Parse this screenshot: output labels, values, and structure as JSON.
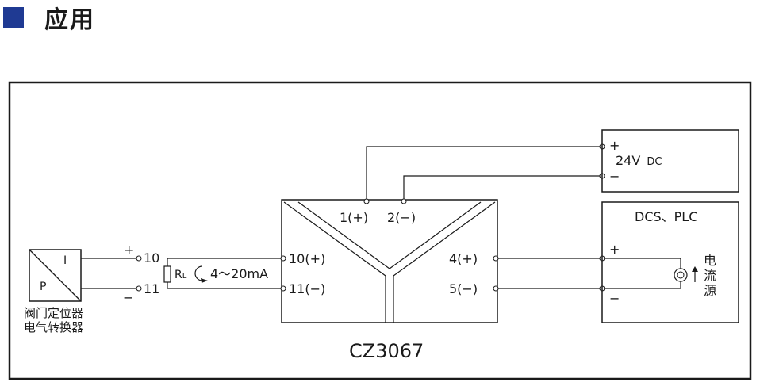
{
  "section": {
    "title": "应用",
    "accent_color": "#1f3a93"
  },
  "device": {
    "model": "CZ3067",
    "terminals": {
      "t1": "1(+)",
      "t2": "2(−)",
      "t10": "10(+)",
      "t11": "11(−)",
      "t4": "4(+)",
      "t5": "5(−)"
    }
  },
  "power_supply": {
    "plus": "+",
    "minus": "−",
    "label_main": "24V",
    "label_sub": "DC"
  },
  "system": {
    "title": "DCS、PLC",
    "plus": "+",
    "minus": "−",
    "current_source_chars": [
      "电",
      "流",
      "源"
    ]
  },
  "converter": {
    "letter_i": "I",
    "letter_p": "P",
    "name_line1": "阀门定位器",
    "name_line2": "电气转换器",
    "plus": "+",
    "minus": "−",
    "term_10": "10",
    "term_11": "11"
  },
  "load": {
    "r_main": "R",
    "r_sub": "L",
    "current_range": "4～20mA"
  }
}
